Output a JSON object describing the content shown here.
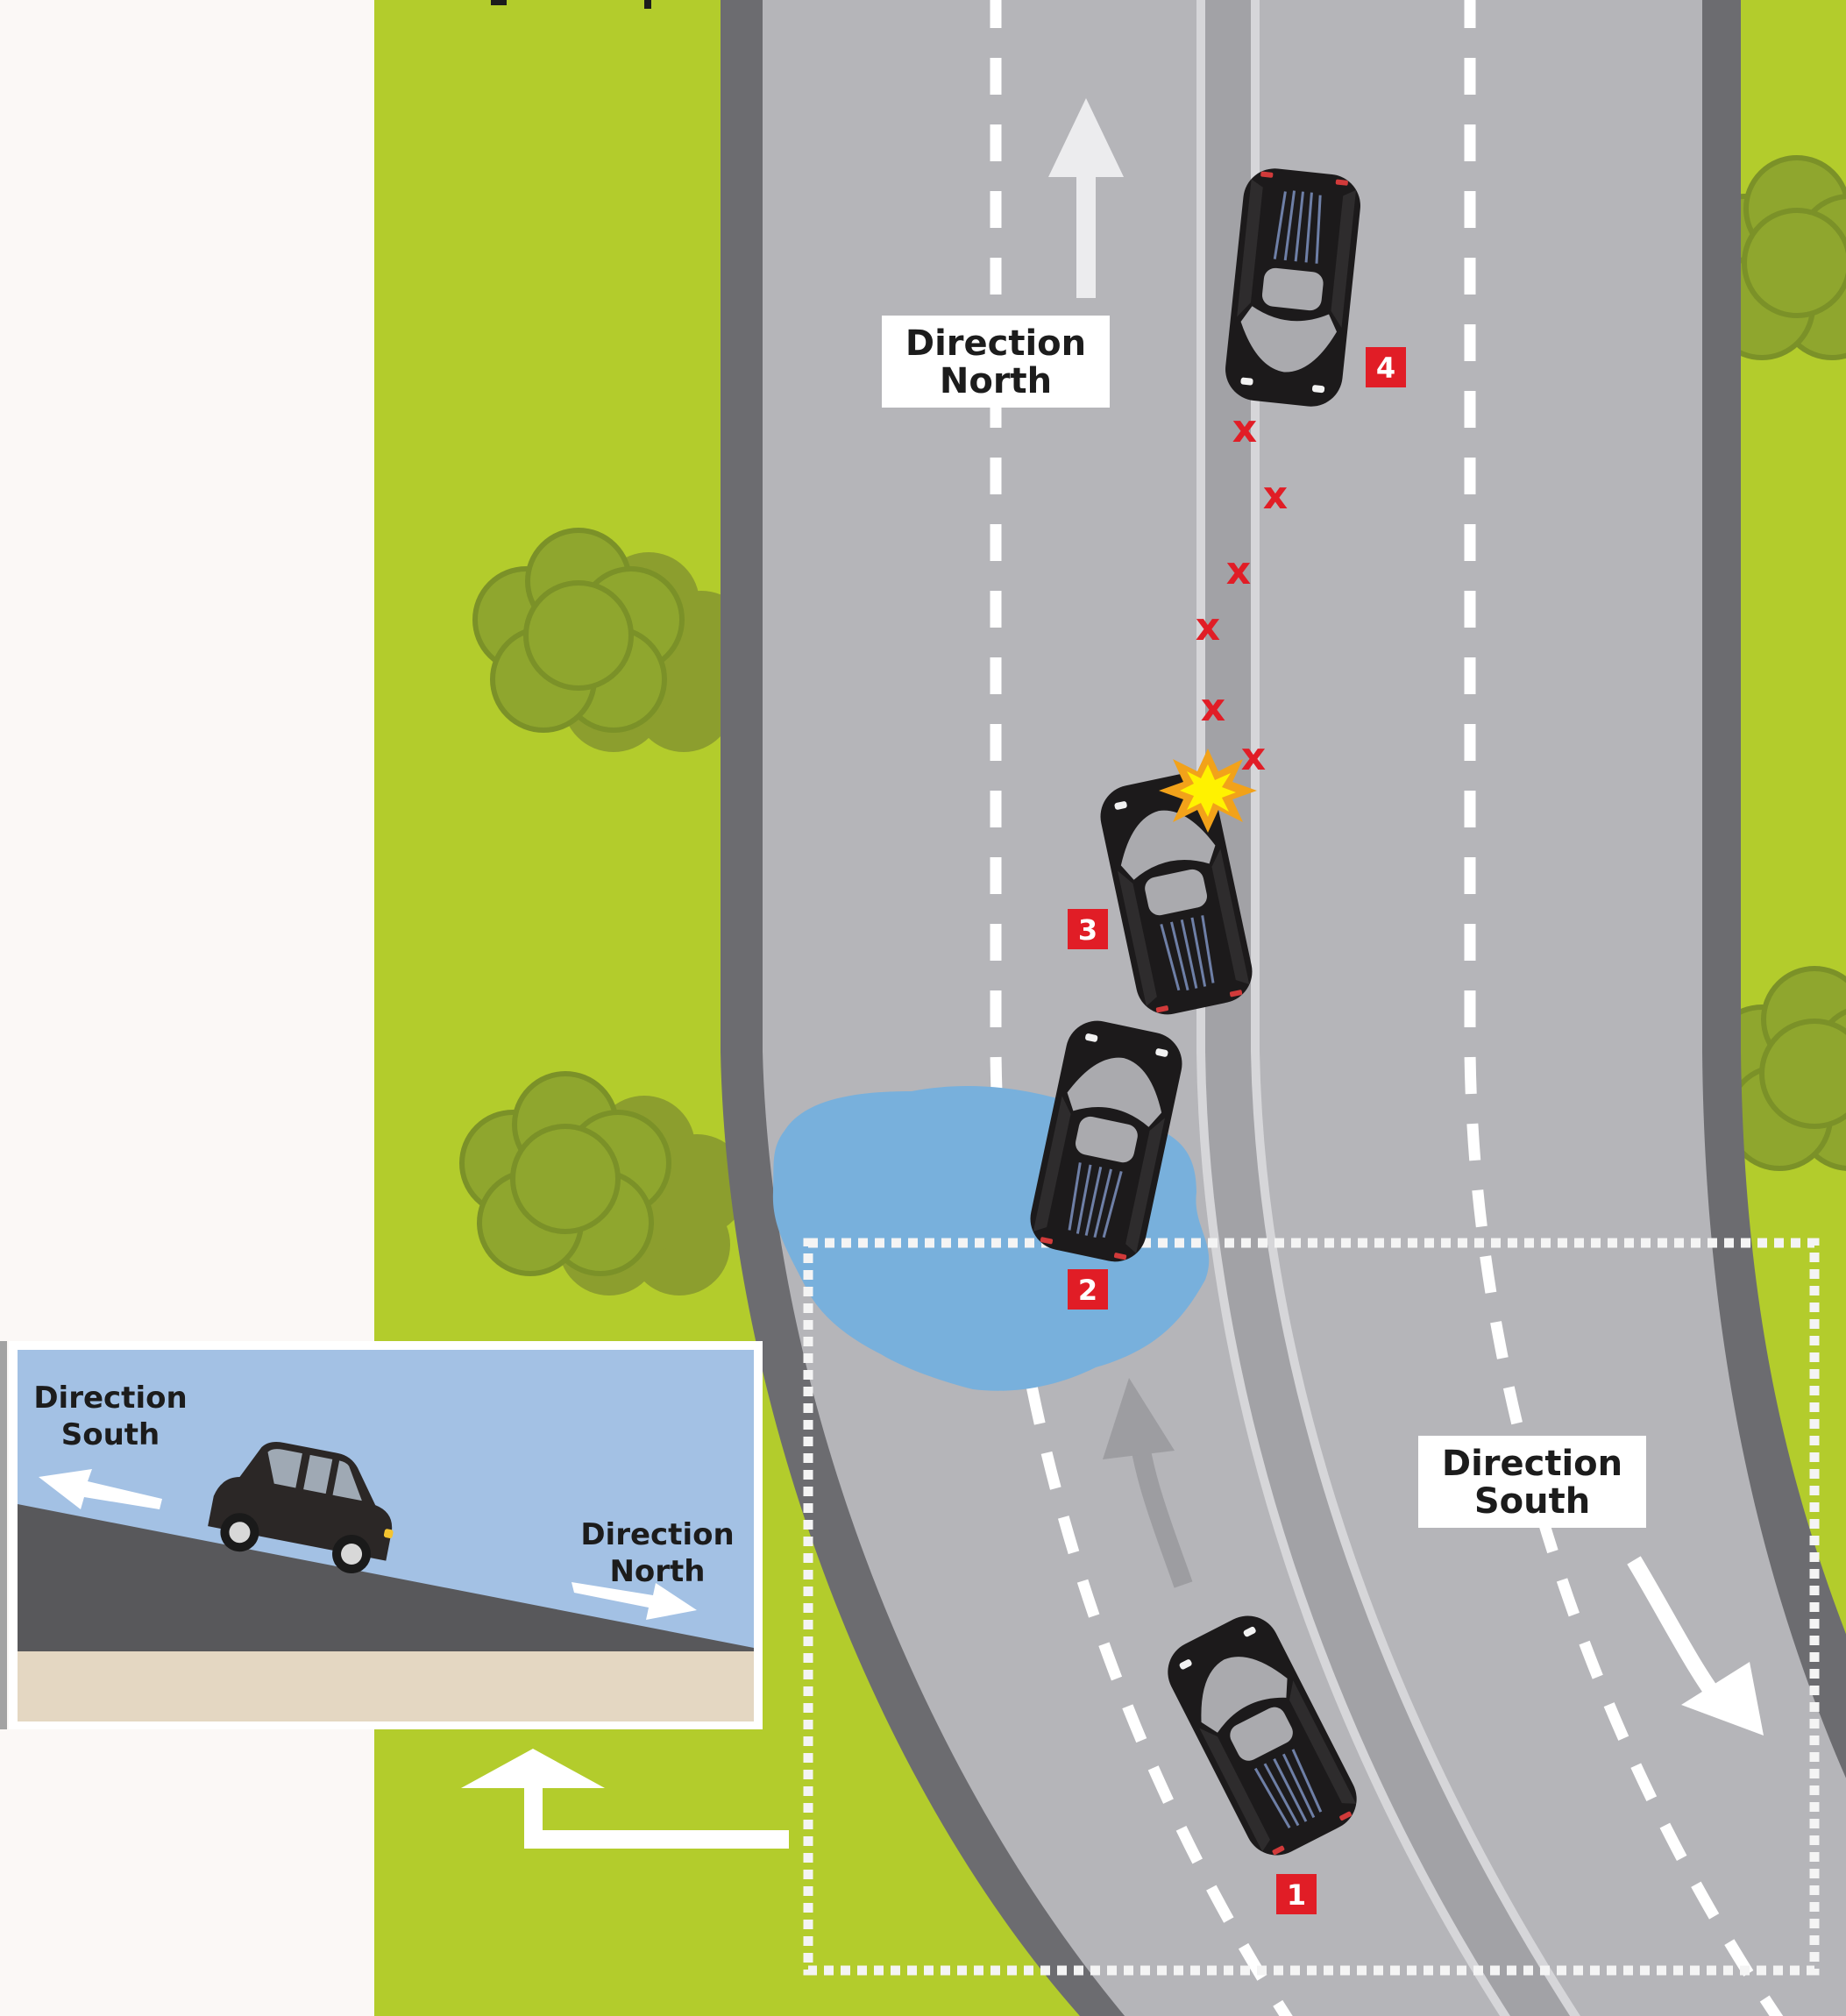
{
  "road": {
    "north_label": [
      "Direction",
      "North"
    ],
    "south_label": [
      "Direction",
      "South"
    ]
  },
  "positions": [
    {
      "number": "1"
    },
    {
      "number": "2"
    },
    {
      "number": "3"
    },
    {
      "number": "4"
    }
  ],
  "skid_marks": [
    "x",
    "x",
    "x",
    "x",
    "x",
    "x"
  ],
  "inset": {
    "south_label": [
      "Direction",
      "South"
    ],
    "north_label": [
      "Direction",
      "North"
    ]
  },
  "colors": {
    "grass": "#b3cc2c",
    "road": "#b5b5b9",
    "shoulder": "#6c6c70",
    "water": "#78b0dc",
    "marker": "#e11d26",
    "sky": "#a3c1e4",
    "ground": "#e4d7c2",
    "slope": "#58585b",
    "car": "#1c1a1b",
    "tree": "#8fa62e"
  }
}
